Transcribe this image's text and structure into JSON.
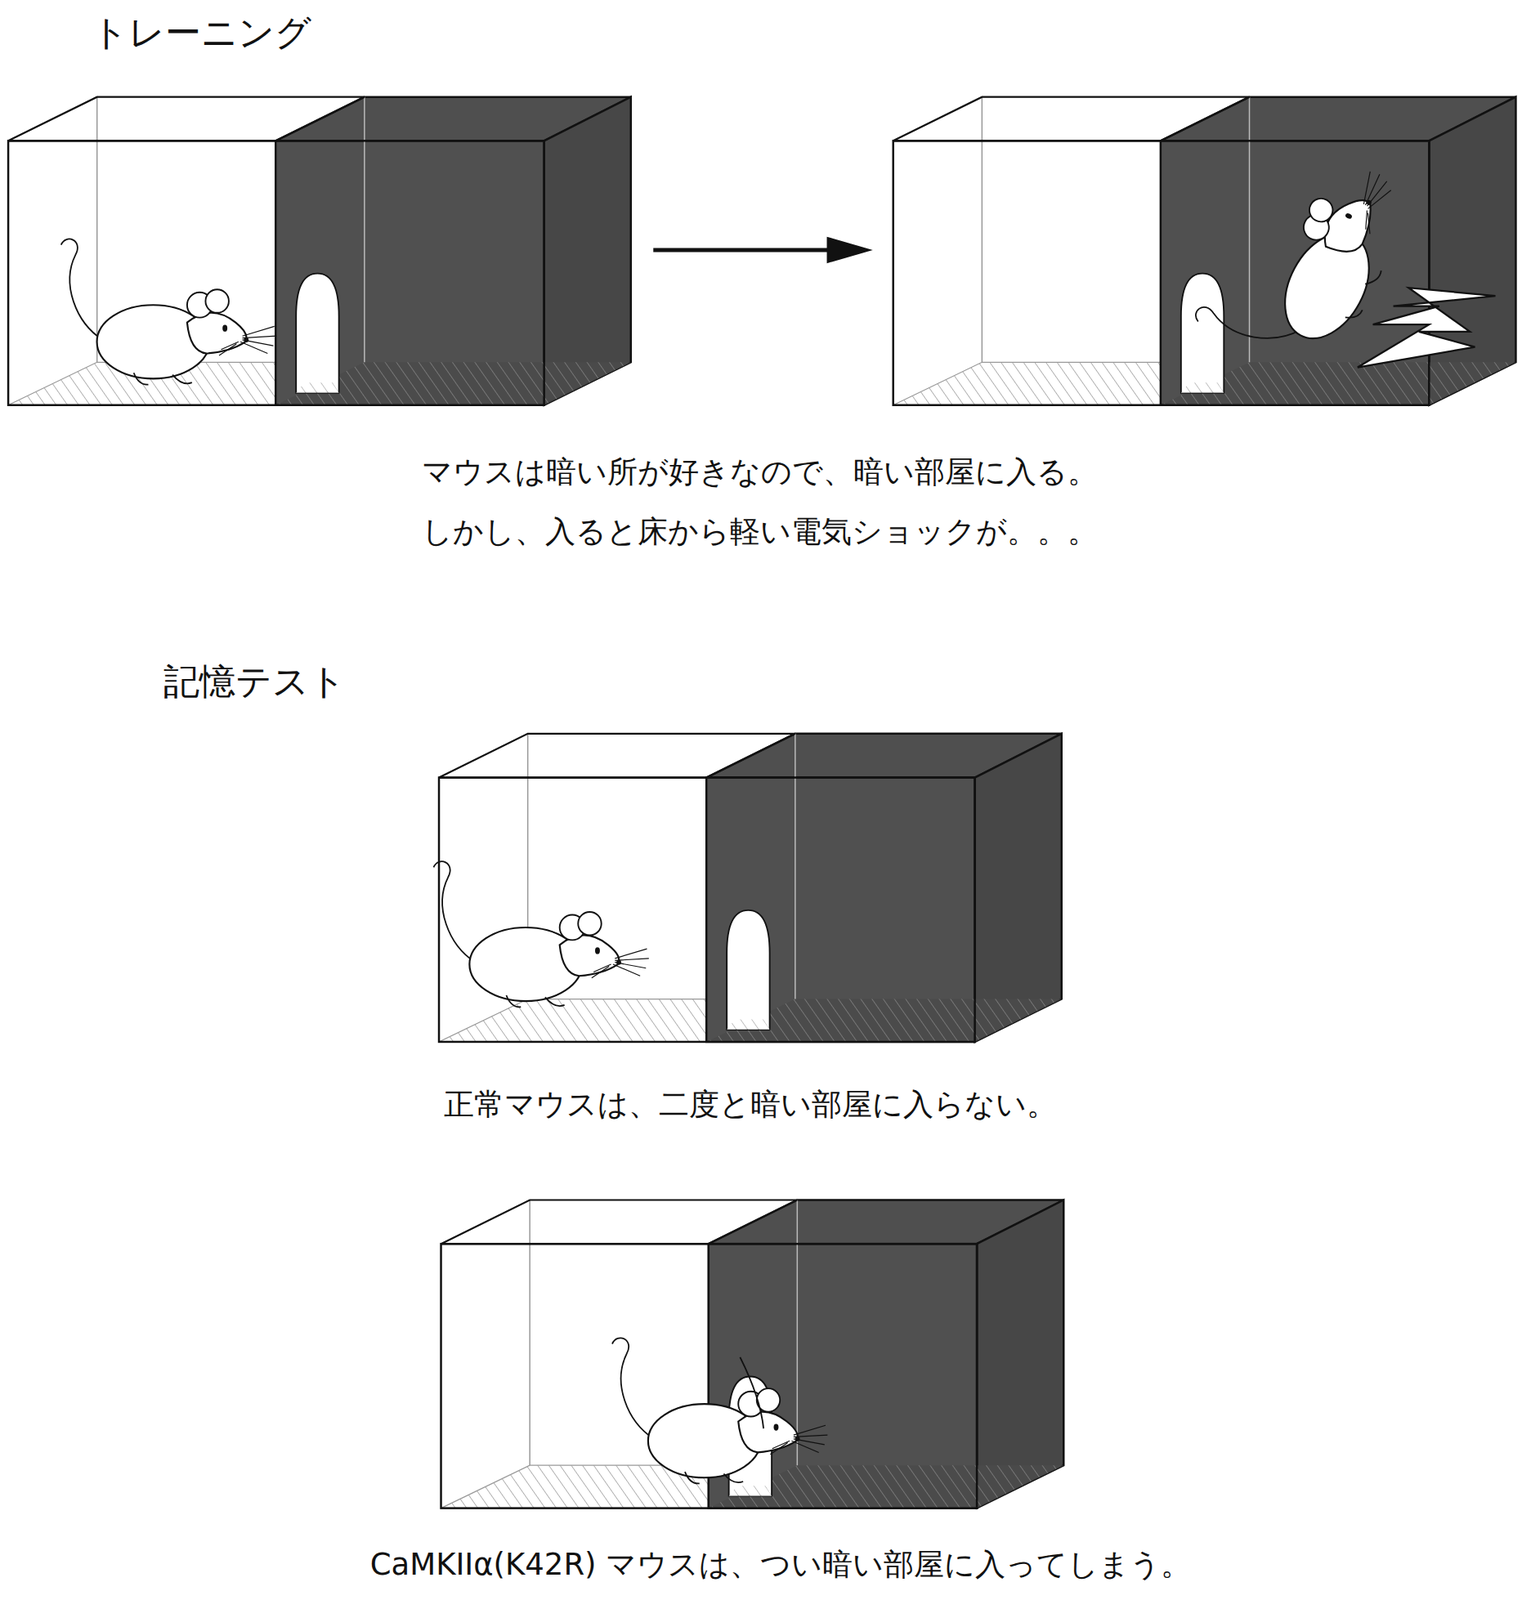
{
  "diagram": {
    "labels": [
      "トレーニング",
      "マウスは暗い所が好きなので、暗い部屋に入る。",
      "しかし、入ると床から軽い電気ショックが。。。",
      "記憶テスト",
      "正常マウスは、二度と暗い部屋に入らない。",
      "CaMKIIα(K42R) マウスは、つい暗い部屋に入ってしまう。"
    ]
  }
}
